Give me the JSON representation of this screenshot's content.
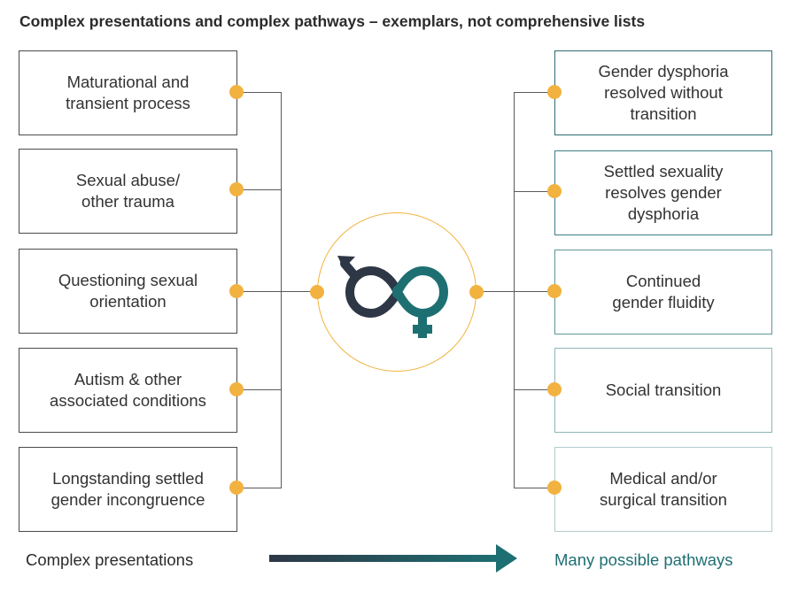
{
  "title": "Complex presentations and complex pathways – exemplars, not comprehensive lists",
  "presentations": [
    "Maturational and\ntransient process",
    "Sexual abuse/\nother trauma",
    "Questioning sexual\norientation",
    "Autism & other\nassociated conditions",
    "Longstanding settled\ngender incongruence"
  ],
  "pathways": [
    "Gender dysphoria\nresolved without\ntransition",
    "Settled sexuality\nresolves gender\ndysphoria",
    "Continued\ngender fluidity",
    "Social transition",
    "Medical and/or\nsurgical transition"
  ],
  "footer": {
    "left": "Complex presentations",
    "right": "Many possible pathways"
  },
  "center_icon": "gender-fluidity-symbol-icon",
  "colors": {
    "accent_orange": "#f2b23f",
    "teal": "#1e6f72",
    "dark_navy": "#2d3745",
    "line_gray": "#5a5a5a",
    "right_box_borders": [
      "#2d6b70",
      "#3d7f83",
      "#5f979a",
      "#8db6b8",
      "#b3cdce"
    ]
  }
}
